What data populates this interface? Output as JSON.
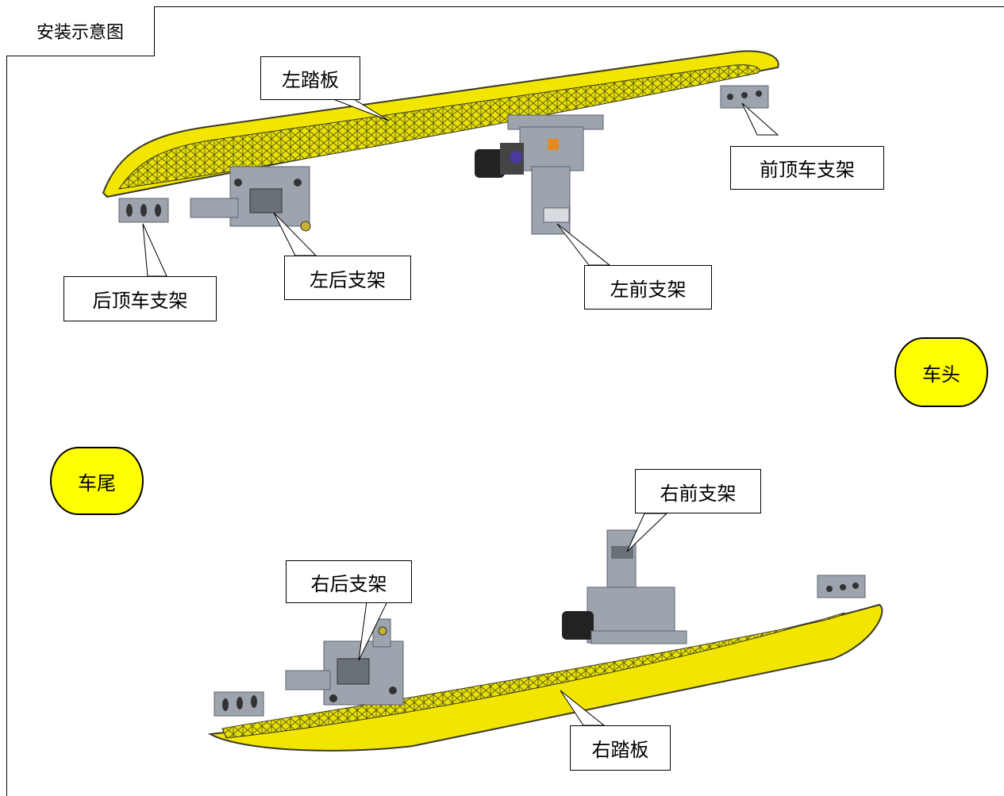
{
  "title": "安装示意图",
  "labels": {
    "left_board": "左踏板",
    "front_roof_bracket": "前顶车支架",
    "rear_roof_bracket": "后顶车支架",
    "left_rear_bracket": "左后支架",
    "left_front_bracket": "左前支架",
    "vehicle_front": "车头",
    "vehicle_rear": "车尾",
    "right_front_bracket": "右前支架",
    "right_rear_bracket": "右后支架",
    "right_board": "右踏板"
  },
  "colors": {
    "board_fill": "#f2e600",
    "board_edge": "#3a3a2a",
    "bracket": "#9ea4ae",
    "bracket_dark": "#5c626c",
    "pill": "#ffff00"
  }
}
